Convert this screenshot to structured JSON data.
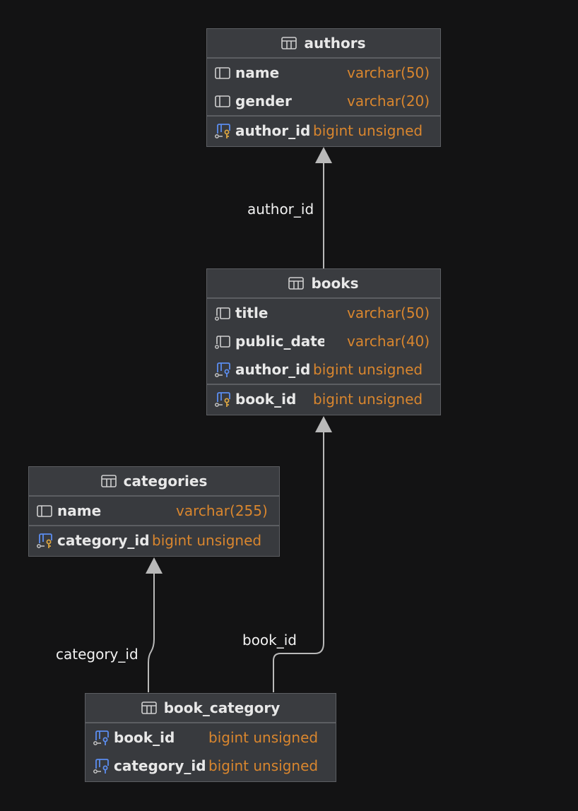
{
  "tables": {
    "authors": {
      "title": "authors",
      "columns": [
        {
          "name": "name",
          "type": "varchar(50)"
        },
        {
          "name": "gender",
          "type": "varchar(20)"
        }
      ],
      "key": {
        "name": "author_id",
        "type": "bigint unsigned"
      }
    },
    "books": {
      "title": "books",
      "columns": [
        {
          "name": "title",
          "type": "varchar(50)"
        },
        {
          "name": "public_date",
          "type": "varchar(40)"
        },
        {
          "name": "author_id",
          "type": "bigint unsigned"
        }
      ],
      "key": {
        "name": "book_id",
        "type": "bigint unsigned"
      }
    },
    "categories": {
      "title": "categories",
      "columns": [
        {
          "name": "name",
          "type": "varchar(255)"
        }
      ],
      "key": {
        "name": "category_id",
        "type": "bigint unsigned"
      }
    },
    "book_category": {
      "title": "book_category",
      "columns": [
        {
          "name": "book_id",
          "type": "bigint unsigned"
        },
        {
          "name": "category_id",
          "type": "bigint unsigned"
        }
      ]
    }
  },
  "relations": {
    "books_authors": "author_id",
    "book_category_books": "book_id",
    "book_category_categories": "category_id"
  },
  "colors": {
    "background": "#131314",
    "table_fill": "#383a3e",
    "border": "#5c5e62",
    "column_name": "#e8e8e8",
    "column_type": "#d9862e",
    "edge": "#b9b9b9",
    "key_icon_blue": "#5b8def",
    "key_icon_gold": "#d9a441"
  }
}
